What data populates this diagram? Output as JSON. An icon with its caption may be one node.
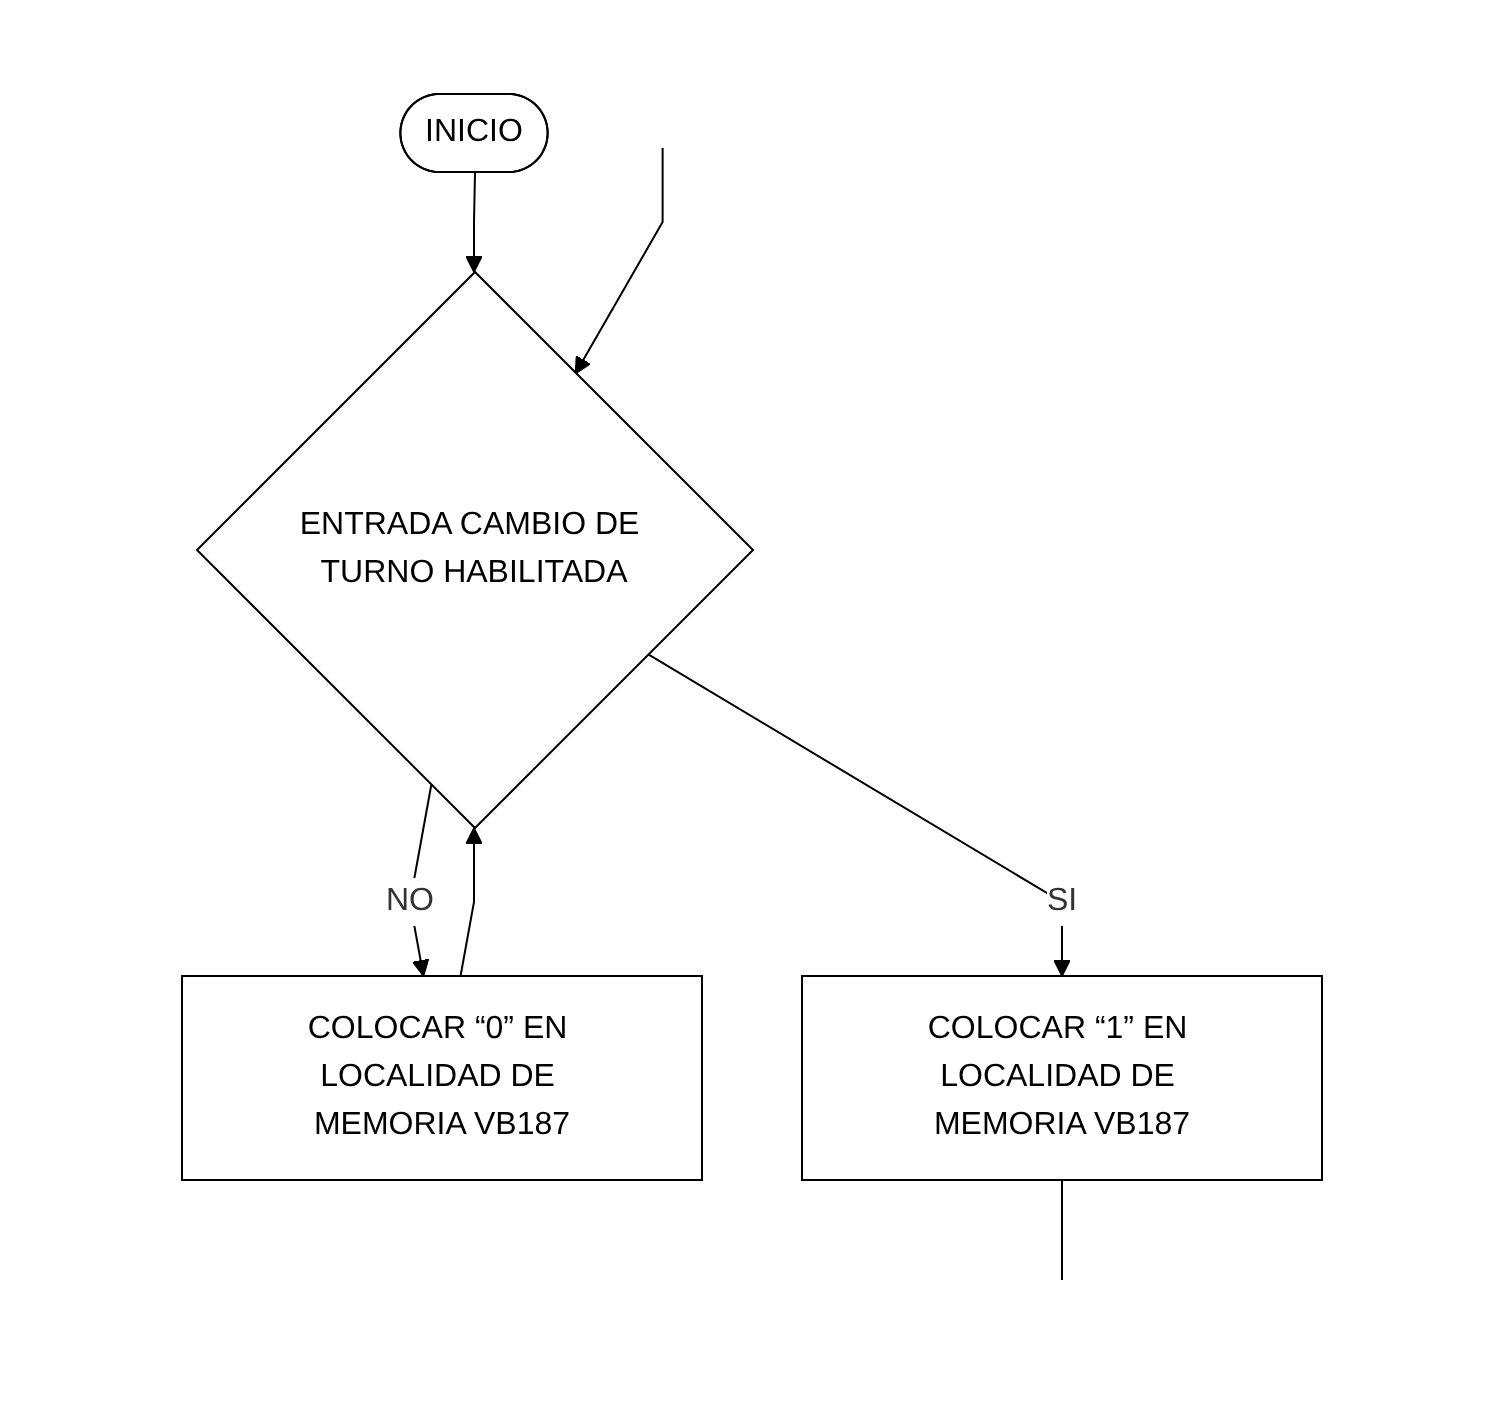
{
  "diagram": {
    "nodes": [
      {
        "text": [
          "INICIO"
        ]
      },
      {
        "text": [
          "ENTRADA CAMBIO DE TURNO HABILITADA"
        ]
      },
      {
        "text": [
          "COLOCAR “0” EN LOCALIDAD DE MEMORIA VB187"
        ]
      },
      {
        "text": [
          "COLOCAR “1” EN LOCALIDAD DE MEMORIA VB187"
        ]
      }
    ],
    "edges": [
      {
        "from": 0,
        "to": 1,
        "arrow": "to"
      },
      {
        "from": 2,
        "to": 1,
        "arrow": "to"
      },
      {
        "from": null,
        "to": 1,
        "arrow": "to"
      },
      {
        "from": 1,
        "to": 2,
        "label": "NO",
        "arrow": "to"
      },
      {
        "from": 1,
        "to": 3,
        "label": "SI",
        "arrow": "to"
      },
      {
        "from": 3,
        "to": null,
        "arrow": "none"
      }
    ]
  }
}
